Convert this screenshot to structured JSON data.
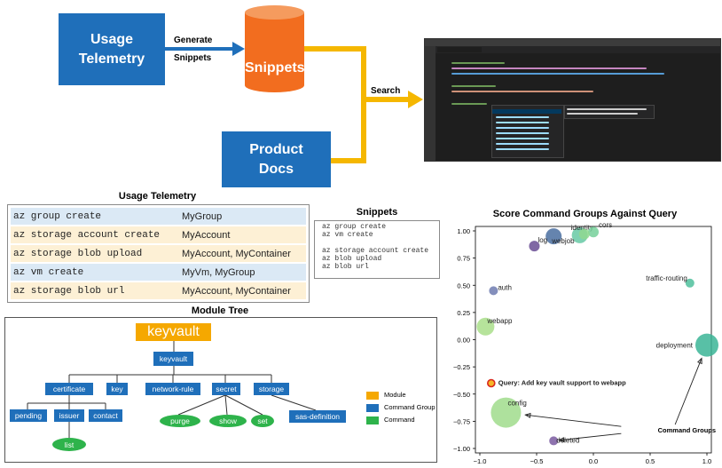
{
  "pipeline": {
    "usage_telemetry": "Usage\nTelemetry",
    "generate_snippets": "Generate\nSnippets",
    "snippets": "Snippets",
    "product_docs": "Product\nDocs",
    "search": "Search"
  },
  "usage_table": {
    "title": "Usage Telemetry",
    "rows": [
      {
        "cmd": "az group create",
        "val": "MyGroup",
        "color": "#dbe9f5"
      },
      {
        "cmd": "az storage account create",
        "val": "MyAccount",
        "color": "#fdf0d5"
      },
      {
        "cmd": "az storage blob upload",
        "val": "MyAccount, MyContainer",
        "color": "#fdf0d5"
      },
      {
        "cmd": "az vm create",
        "val": "MyVm, MyGroup",
        "color": "#dbe9f5"
      },
      {
        "cmd": "az storage blob url",
        "val": "MyAccount, MyContainer",
        "color": "#fdf0d5"
      }
    ]
  },
  "snippets_panel": {
    "title": "Snippets",
    "text": "az group create\naz vm create\n\naz storage account create\naz blob upload\naz blob url"
  },
  "module_tree": {
    "title": "Module Tree",
    "module": "keyvault",
    "root": "keyvault",
    "groups": [
      "certificate",
      "key",
      "network-rule",
      "secret",
      "storage"
    ],
    "cert_children": [
      "pending",
      "issuer",
      "contact"
    ],
    "issuer_child": "list",
    "secret_children": [
      "purge",
      "show",
      "set"
    ],
    "storage_child": "sas-definition",
    "legend": [
      {
        "label": "Module",
        "color": "#f5a800"
      },
      {
        "label": "Command Group",
        "color": "#1f6fba"
      },
      {
        "label": "Command",
        "color": "#2eb34b"
      }
    ]
  },
  "chart_data": {
    "type": "scatter",
    "title": "Score Command Groups Against Query",
    "xlim": [
      -1.0,
      1.0
    ],
    "ylim": [
      -1.0,
      1.0
    ],
    "xticks": [
      "−1.0",
      "−0.5",
      "0.0",
      "0.5",
      "1.0"
    ],
    "xtick_values": [
      -1.0,
      -0.5,
      0.0,
      0.5,
      1.0
    ],
    "yticks": [
      "1.00",
      "0.75",
      "0.50",
      "0.25",
      "0.00",
      "−0.25",
      "−0.50",
      "−0.75",
      "−1.00"
    ],
    "ytick_values": [
      1.0,
      0.75,
      0.5,
      0.25,
      0.0,
      -0.25,
      -0.5,
      -0.75,
      -1.0
    ],
    "points": [
      {
        "label": "identity",
        "x": -0.12,
        "y": 0.96,
        "size": 9,
        "color": "#66c9a5"
      },
      {
        "label": "cors",
        "x": 0.0,
        "y": 0.99,
        "size": 6,
        "color": "#75d09a"
      },
      {
        "label": "",
        "x": -0.08,
        "y": 0.97,
        "size": 6,
        "color": "#8fd88f"
      },
      {
        "label": "webjob",
        "x": -0.35,
        "y": 0.95,
        "size": 9,
        "color": "#4a6fa0"
      },
      {
        "label": "log",
        "x": -0.52,
        "y": 0.86,
        "size": 6,
        "color": "#6a4e94"
      },
      {
        "label": "traffic-routing",
        "x": 0.85,
        "y": 0.52,
        "size": 5,
        "color": "#4fbf9c"
      },
      {
        "label": "auth",
        "x": -0.88,
        "y": 0.45,
        "size": 5,
        "color": "#6f7bb0"
      },
      {
        "label": "webapp",
        "x": -0.95,
        "y": 0.12,
        "size": 10,
        "color": "#a9de8a"
      },
      {
        "label": "deployment",
        "x": 1.0,
        "y": -0.05,
        "size": 13,
        "color": "#3bb597"
      },
      {
        "label": "Query: Add key vault support to webapp",
        "x": -0.9,
        "y": -0.4,
        "size": 4,
        "color": "#f5a800",
        "stroke": "#d9261c",
        "bold": true
      },
      {
        "label": "config",
        "x": -0.77,
        "y": -0.67,
        "size": 17,
        "color": "#a0dc8c"
      },
      {
        "label": "deleted",
        "x": -0.35,
        "y": -0.93,
        "size": 5,
        "color": "#7a5aa0"
      }
    ],
    "annotation": "Command Groups"
  }
}
